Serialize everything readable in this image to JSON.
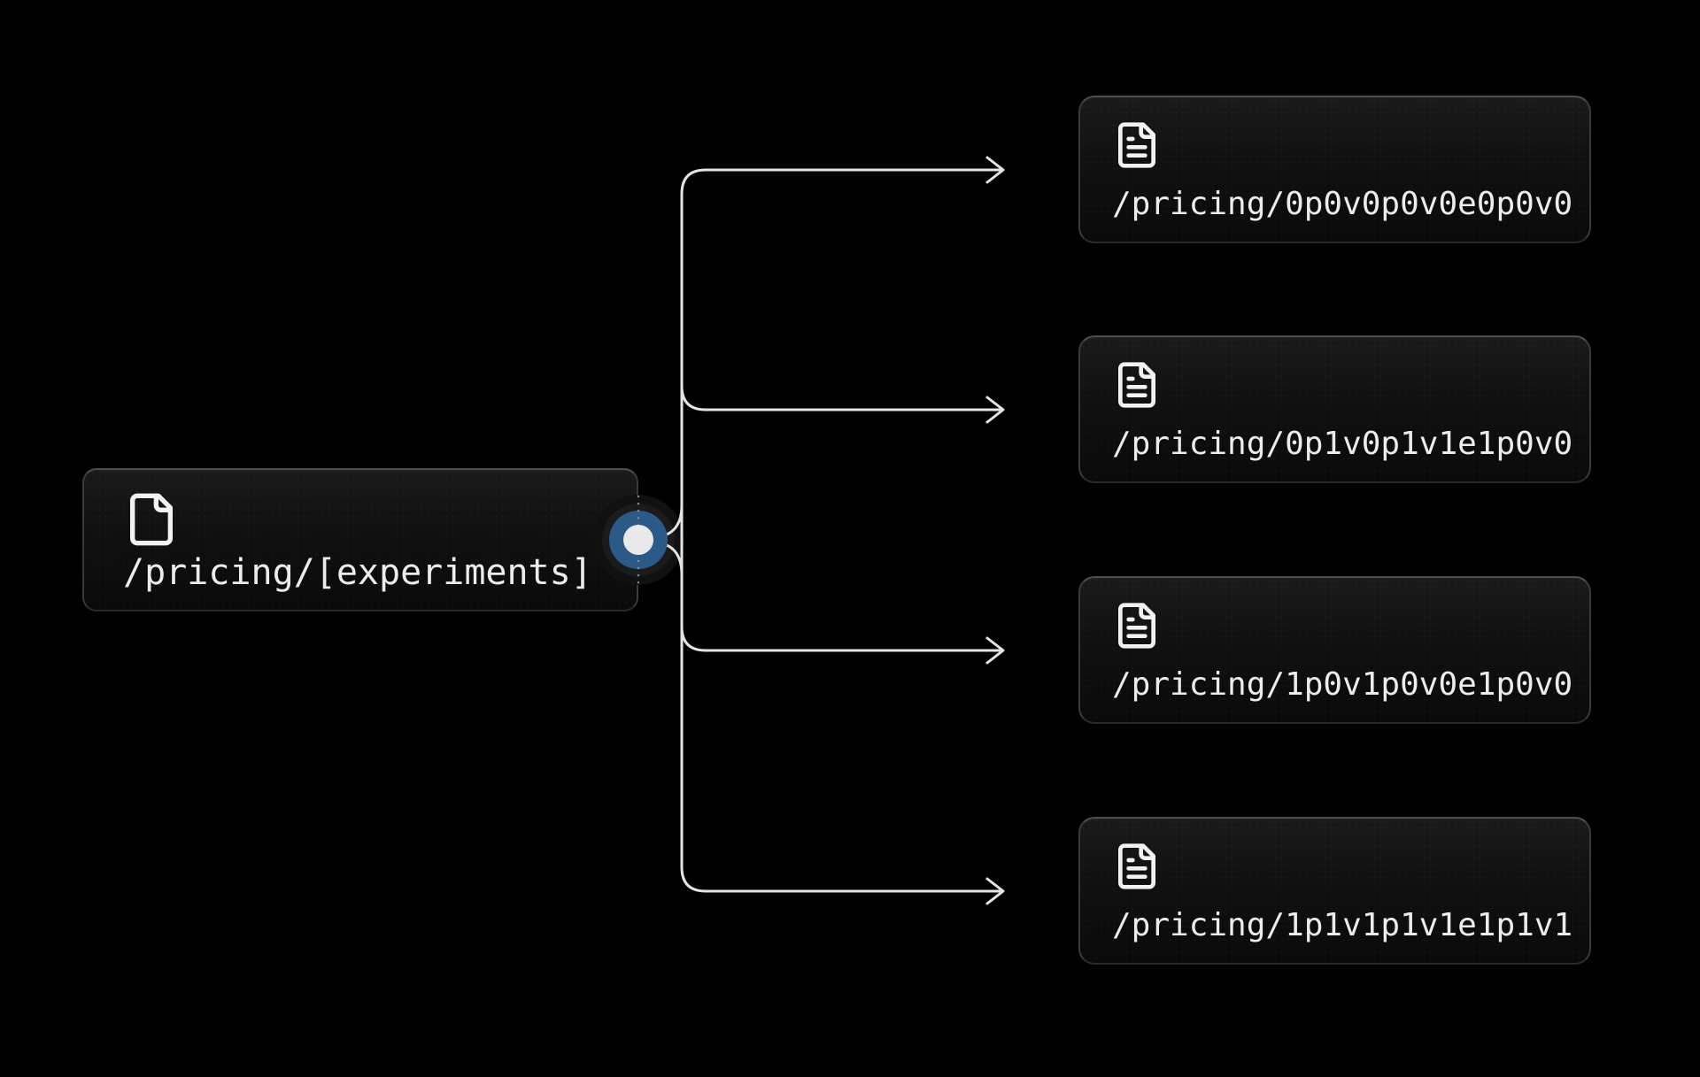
{
  "diagram": {
    "root": {
      "label": "/pricing/[experiments]",
      "icon": "file-icon"
    },
    "branches": [
      {
        "label": "/pricing/0p0v0p0v0e0p0v0",
        "icon": "file-text-icon"
      },
      {
        "label": "/pricing/0p1v0p1v1e1p0v0",
        "icon": "file-text-icon"
      },
      {
        "label": "/pricing/1p0v1p0v0e1p0v0",
        "icon": "file-text-icon"
      },
      {
        "label": "/pricing/1p1v1p1v1e1p1v1",
        "icon": "file-text-icon"
      }
    ]
  },
  "theme": {
    "background": "#000000",
    "card_border": "#3a3a3a",
    "card_top": "#1a1a1a",
    "card_bottom": "#0a0a0a",
    "text": "#ececec",
    "line": "#e4e4e4",
    "handle_blue": "#2c5a88",
    "handle_center": "#e9e9e9"
  }
}
